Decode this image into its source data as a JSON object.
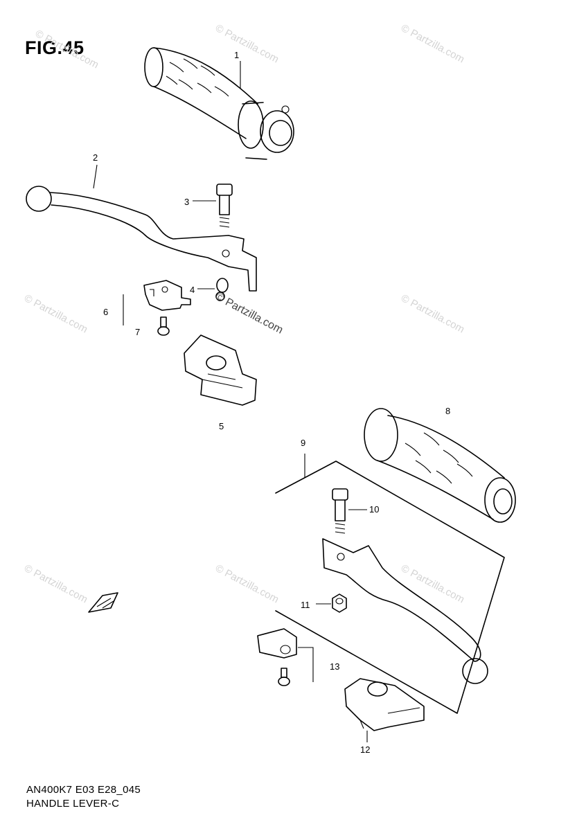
{
  "figure": {
    "title": "FIG.45",
    "code": "AN400K7 E03 E28_045",
    "caption": "HANDLE LEVER-C"
  },
  "callouts": [
    "1",
    "2",
    "3",
    "4",
    "5",
    "6",
    "7",
    "8",
    "9",
    "10",
    "11",
    "12",
    "13"
  ],
  "watermark": {
    "text": "© Partzilla.com",
    "center_text": "© Partzilla.com"
  },
  "colors": {
    "line": "#000000",
    "watermark": "#d4d4d4",
    "background": "#ffffff"
  }
}
